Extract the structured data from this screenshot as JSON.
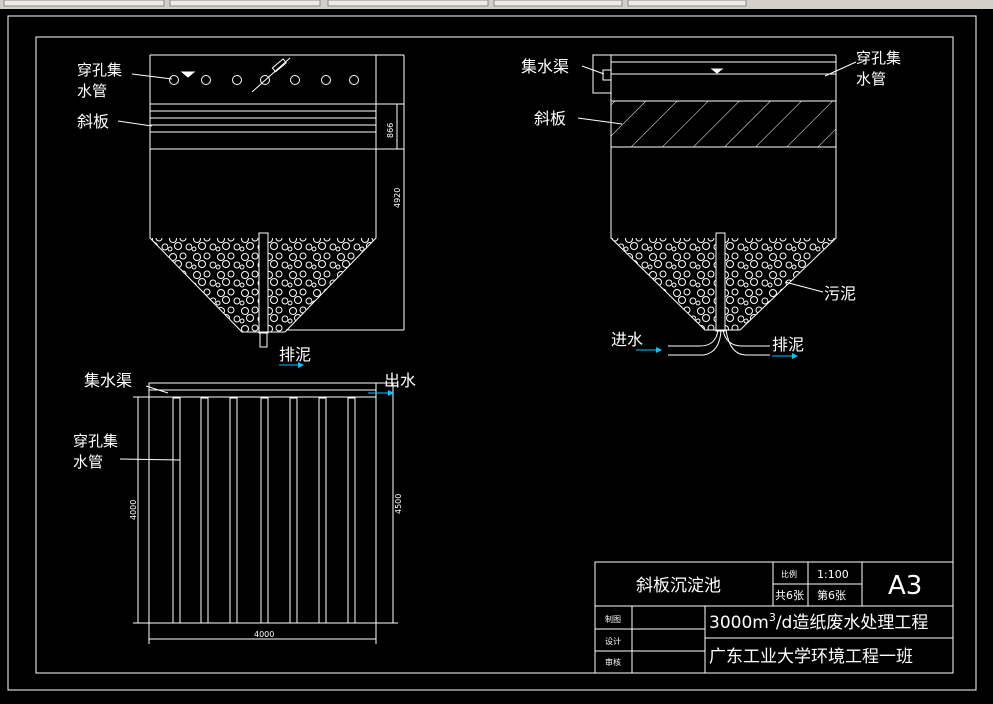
{
  "app": {
    "tab_strip_color": "#d4d0c8",
    "background": "#000000",
    "line_color": "#ffffff",
    "arrow_color": "#00c8ff"
  },
  "front_view": {
    "label_pipe_line1": "穿孔集",
    "label_pipe_line2": "水管",
    "label_plate": "斜板",
    "label_drain": "排泥",
    "dim_plate_height": "866",
    "dim_total_height": "4920"
  },
  "side_view": {
    "label_channel": "集水渠",
    "label_pipe_line1": "穿孔集",
    "label_pipe_line2": "水管",
    "label_plate": "斜板",
    "label_sludge": "污泥",
    "label_inlet": "进水",
    "label_drain": "排泥"
  },
  "plan_view": {
    "label_channel": "集水渠",
    "label_outlet": "出水",
    "label_pipe_line1": "穿孔集",
    "label_pipe_line2": "水管",
    "dim_width": "4000",
    "dim_left": "4000",
    "dim_right": "4500"
  },
  "title_block": {
    "drawing_name": "斜板沉淀池",
    "scale_label": "比例",
    "scale_value": "1:100",
    "sheet_total": "共6张",
    "sheet_num": "第6张",
    "paper_size": "A3",
    "draw_label": "制图",
    "design_label": "设计",
    "review_label": "审核",
    "project_pre": "3000m",
    "project_sup": "3",
    "project_post": "/d造纸废水处理工程",
    "organization": "广东工业大学环境工程一班"
  }
}
